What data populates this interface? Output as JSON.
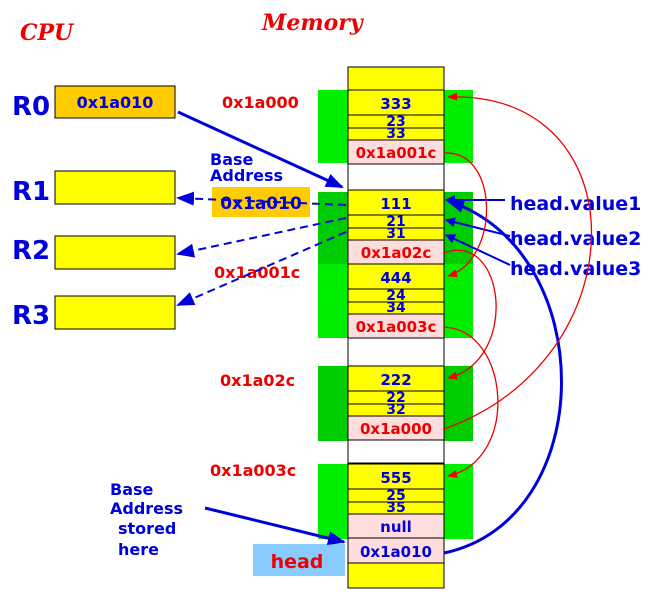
{
  "titles": {
    "cpu": "CPU",
    "memory": "Memory"
  },
  "registers": [
    {
      "name": "R0",
      "value": "0x1a010"
    },
    {
      "name": "R1",
      "value": ""
    },
    {
      "name": "R2",
      "value": ""
    },
    {
      "name": "R3",
      "value": ""
    }
  ],
  "base_address_label": {
    "line1": "Base",
    "line2": "Address",
    "value": "0x1a010"
  },
  "stored_label": {
    "line1": "Base",
    "line2": "Address",
    "line3": "stored",
    "line4": "here"
  },
  "address_labels": [
    "0x1a000",
    "0x1a001c",
    "0x1a02c",
    "0x1a003c"
  ],
  "nodes": [
    {
      "value": "333",
      "f2": "23",
      "f3": "33",
      "next": "0x1a001c"
    },
    {
      "value": "111",
      "f2": "21",
      "f3": "31",
      "next": "0x1a02c"
    },
    {
      "value": "444",
      "f2": "24",
      "f3": "34",
      "next": "0x1a003c"
    },
    {
      "value": "222",
      "f2": "22",
      "f3": "32",
      "next": "0x1a000"
    },
    {
      "value": "555",
      "f2": "25",
      "f3": "35",
      "next": "null"
    }
  ],
  "head": {
    "label": "head",
    "value": "0x1a010"
  },
  "field_labels": [
    "head.value1",
    "head.value2",
    "head.value3"
  ],
  "colors": {
    "memory_cell": "#ffff00",
    "pointer_cell": "#ffdddd",
    "node_band": "#00ee00",
    "node_band_dark": "#00cc00",
    "register": "#ffff00",
    "r0_fill": "#ffcc00",
    "head_label_bg": "#88ccff",
    "blue": "#0000dd",
    "red": "#ee0000"
  }
}
